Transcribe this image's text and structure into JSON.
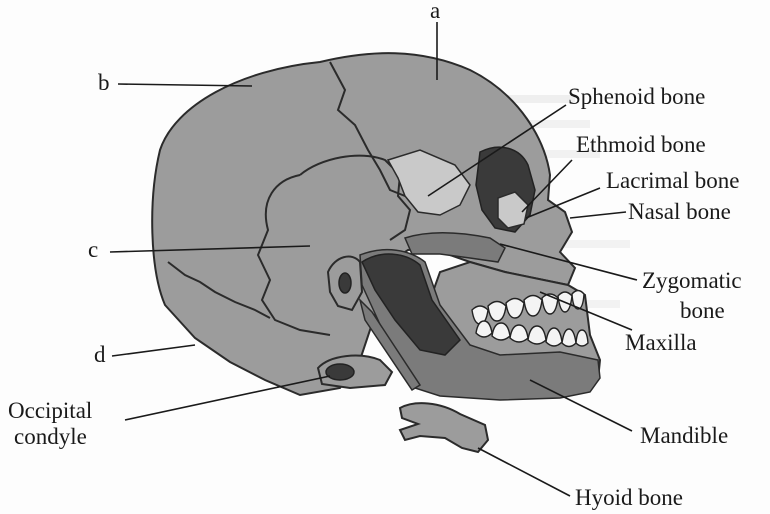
{
  "labels": {
    "a": "a",
    "b": "b",
    "c": "c",
    "d": "d",
    "sphenoid": "Sphenoid bone",
    "ethmoid": "Ethmoid bone",
    "lacrimal": "Lacrimal bone",
    "nasal": "Nasal bone",
    "zygomatic_1": "Zygomatic",
    "zygomatic_2": "bone",
    "maxilla": "Maxilla",
    "mandible": "Mandible",
    "hyoid": "Hyoid bone",
    "occipital_1": "Occipital",
    "occipital_2": "condyle"
  },
  "colors": {
    "bone": "#9c9c9c",
    "bone_dark": "#3a3a3a",
    "ink": "#1a1a1a"
  }
}
